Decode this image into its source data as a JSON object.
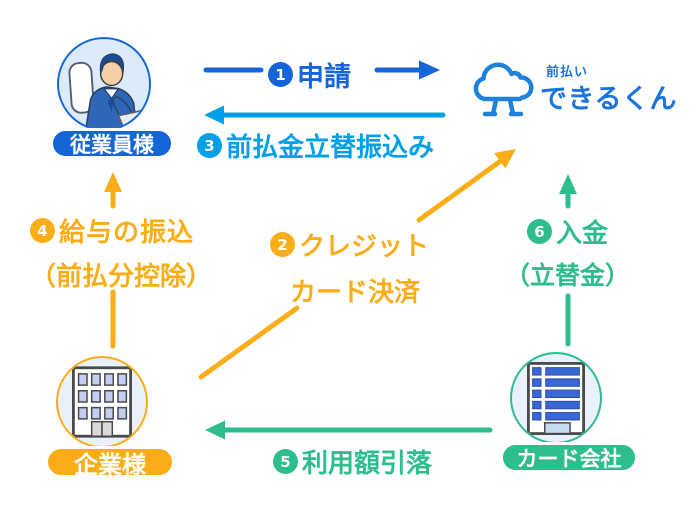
{
  "colors": {
    "primary_blue": "#1565D8",
    "light_blue": "#00A0E9",
    "orange": "#FBAD18",
    "green": "#2EBD8C",
    "logo_blue": "#1B74D9",
    "node_fill": "#E8F1FC",
    "employee_fill": "#DCEBFB"
  },
  "nodes": {
    "employee": {
      "label": "従業員様"
    },
    "service": {
      "brand_small": "前払い",
      "brand_large": "できるくん"
    },
    "company": {
      "label": "企業様"
    },
    "card_company": {
      "label": "カード会社"
    }
  },
  "flows": {
    "application": {
      "step": "1",
      "label": "申請"
    },
    "credit_card_payment": {
      "step": "2",
      "line1": "クレジット",
      "line2": "カード決済"
    },
    "advance_transfer": {
      "step": "3",
      "label": "前払金立替振込み"
    },
    "salary_payment": {
      "step": "4",
      "line1": "給与の振込",
      "line2": "（前払分控除）"
    },
    "usage_debit": {
      "step": "5",
      "label": "利用額引落"
    },
    "deposit": {
      "step": "6",
      "line1": "入金",
      "line2": "（立替金）"
    }
  }
}
